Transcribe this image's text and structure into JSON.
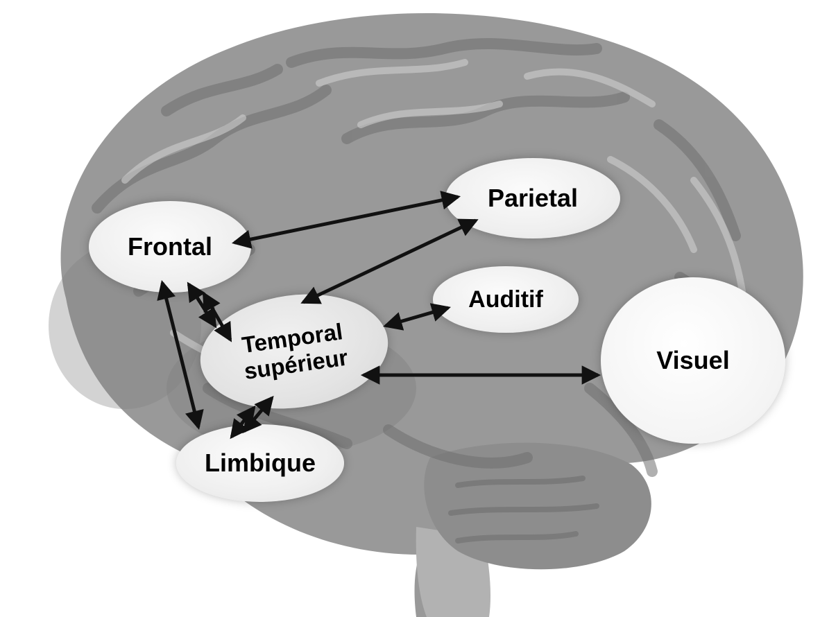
{
  "figure": {
    "description": "Lateral view of a human brain (grayscale) with labeled cortical regions connected by double-headed arrows",
    "regions": [
      {
        "id": "frontal",
        "label": "Frontal"
      },
      {
        "id": "parietal",
        "label": "Parietal"
      },
      {
        "id": "auditif",
        "label": "Auditif"
      },
      {
        "id": "visuel",
        "label": "Visuel"
      },
      {
        "id": "temporal",
        "label": "Temporal supérieur"
      },
      {
        "id": "limbique",
        "label": "Limbique"
      }
    ],
    "connections": [
      {
        "from": "Frontal",
        "to": "Parietal",
        "bidirectional": true
      },
      {
        "from": "Parietal",
        "to": "Temporal supérieur",
        "bidirectional": true
      },
      {
        "from": "Temporal supérieur",
        "to": "Auditif",
        "bidirectional": true
      },
      {
        "from": "Temporal supérieur",
        "to": "Visuel",
        "bidirectional": true
      },
      {
        "from": "Frontal",
        "to": "Temporal supérieur",
        "bidirectional": true
      },
      {
        "from": "Frontal",
        "to": "Limbique",
        "bidirectional": true
      },
      {
        "from": "Temporal supérieur",
        "to": "Limbique",
        "bidirectional": true
      }
    ],
    "colors": {
      "arrow": "#111111",
      "ellipse_fill": "#f2f2f2",
      "label_text": "#000000",
      "brain_gray": "#999999"
    }
  }
}
